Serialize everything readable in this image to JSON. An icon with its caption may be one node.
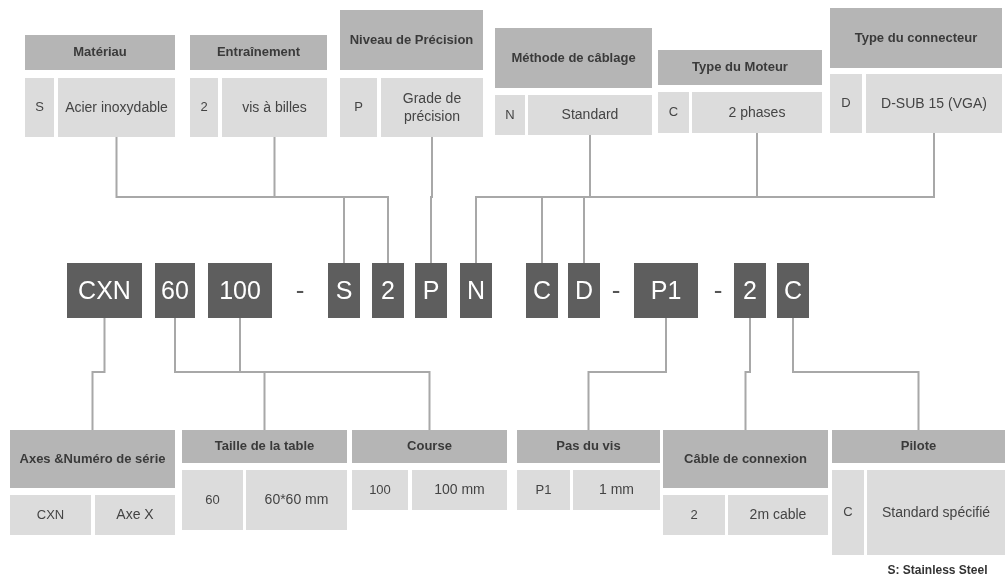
{
  "diagram": {
    "nodes": [
      {
        "text": [
          "Matériau"
        ]
      },
      {
        "text": [
          "S"
        ]
      },
      {
        "text": [
          "Acier inoxydable"
        ]
      },
      {
        "text": [
          "Entraînement"
        ]
      },
      {
        "text": [
          "2"
        ]
      },
      {
        "text": [
          "vis à billes"
        ]
      },
      {
        "text": [
          "Niveau de Précision"
        ]
      },
      {
        "text": [
          "P"
        ]
      },
      {
        "text": [
          "Grade de précision"
        ]
      },
      {
        "text": [
          "Méthode de câblage"
        ]
      },
      {
        "text": [
          "N"
        ]
      },
      {
        "text": [
          "Standard"
        ]
      },
      {
        "text": [
          "Type du Moteur"
        ]
      },
      {
        "text": [
          "C"
        ]
      },
      {
        "text": [
          "2 phases"
        ]
      },
      {
        "text": [
          "Type du connecteur"
        ]
      },
      {
        "text": [
          "D"
        ]
      },
      {
        "text": [
          "D-SUB 15 (VGA)"
        ]
      },
      {
        "text": [
          "CXN"
        ]
      },
      {
        "text": [
          "60"
        ]
      },
      {
        "text": [
          "100"
        ]
      },
      {
        "text": [
          "S"
        ]
      },
      {
        "text": [
          "2"
        ]
      },
      {
        "text": [
          "P"
        ]
      },
      {
        "text": [
          "N"
        ]
      },
      {
        "text": [
          "C"
        ]
      },
      {
        "text": [
          "D"
        ]
      },
      {
        "text": [
          "P1"
        ]
      },
      {
        "text": [
          "2"
        ]
      },
      {
        "text": [
          "C"
        ]
      },
      {
        "text": [
          "Axes &Numéro de série"
        ]
      },
      {
        "text": [
          "CXN"
        ]
      },
      {
        "text": [
          "Axe X"
        ]
      },
      {
        "text": [
          "Taille de la table"
        ]
      },
      {
        "text": [
          "60"
        ]
      },
      {
        "text": [
          "60*60 mm"
        ]
      },
      {
        "text": [
          "Course"
        ]
      },
      {
        "text": [
          "100"
        ]
      },
      {
        "text": [
          "100 mm"
        ]
      },
      {
        "text": [
          "Pas du vis"
        ]
      },
      {
        "text": [
          "P1"
        ]
      },
      {
        "text": [
          "1 mm"
        ]
      },
      {
        "text": [
          "Câble de connexion"
        ]
      },
      {
        "text": [
          "2"
        ]
      },
      {
        "text": [
          "2m cable"
        ]
      },
      {
        "text": [
          "Pilote"
        ]
      },
      {
        "text": [
          "C"
        ]
      },
      {
        "text": [
          "Standard spécifié"
        ]
      }
    ],
    "edges": [
      {
        "from": 2,
        "to": 21,
        "arrow": "none"
      },
      {
        "from": 5,
        "to": 22,
        "arrow": "none"
      },
      {
        "from": 8,
        "to": 23,
        "arrow": "none"
      },
      {
        "from": 11,
        "to": 24,
        "arrow": "none"
      },
      {
        "from": 14,
        "to": 25,
        "arrow": "none"
      },
      {
        "from": 17,
        "to": 26,
        "arrow": "none"
      },
      {
        "from": 18,
        "to": 30,
        "arrow": "none"
      },
      {
        "from": 19,
        "to": 33,
        "arrow": "none"
      },
      {
        "from": 20,
        "to": 36,
        "arrow": "none"
      },
      {
        "from": 27,
        "to": 39,
        "arrow": "none"
      },
      {
        "from": 28,
        "to": 42,
        "arrow": "none"
      },
      {
        "from": 29,
        "to": 45,
        "arrow": "none"
      }
    ],
    "labels": [
      "-",
      "-",
      "-",
      "S: Stainless Steel"
    ]
  }
}
